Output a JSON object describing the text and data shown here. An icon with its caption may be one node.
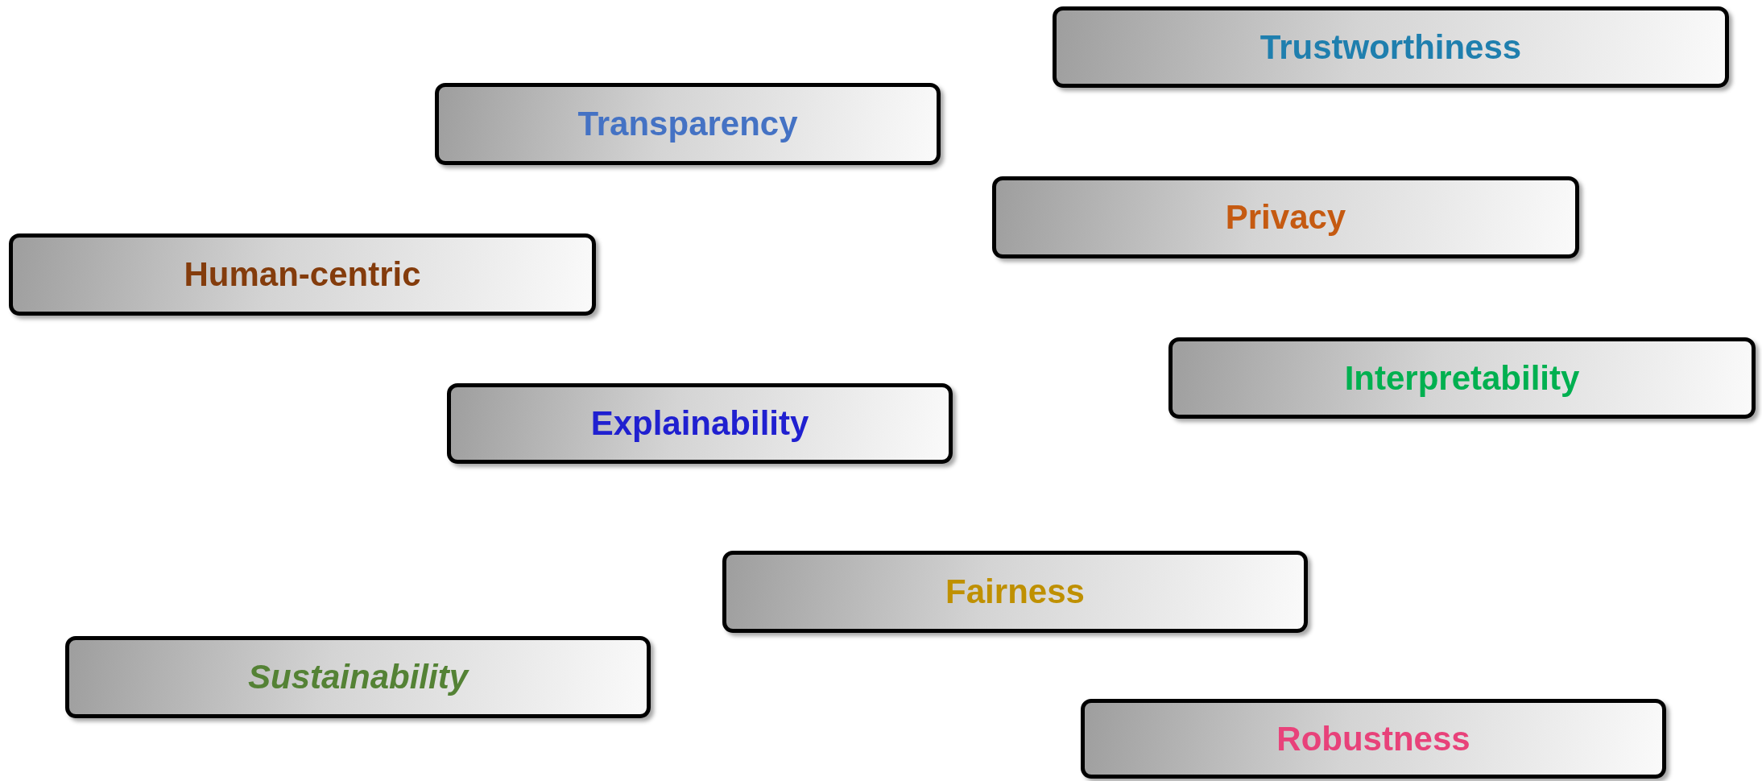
{
  "diagram": {
    "nodes": [
      {
        "text": [
          "Trustworthiness"
        ]
      },
      {
        "text": [
          "Transparency"
        ]
      },
      {
        "text": [
          "Privacy"
        ]
      },
      {
        "text": [
          "Human-centric"
        ]
      },
      {
        "text": [
          "Interpretability"
        ]
      },
      {
        "text": [
          "Explainability"
        ]
      },
      {
        "text": [
          "Fairness"
        ]
      },
      {
        "text": [
          "Sustainability"
        ]
      },
      {
        "text": [
          "Robustness"
        ]
      }
    ]
  }
}
